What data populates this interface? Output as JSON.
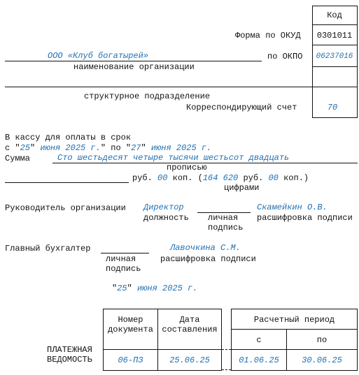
{
  "code_box": {
    "header": "Код",
    "okud": "0301011",
    "okpo": "06237016",
    "corr_account": "70"
  },
  "labels": {
    "okud": "Форма по ОКУД",
    "okpo": "по ОКПО",
    "org_name_caption": "наименование организации",
    "subdivision_caption": "структурное подразделение",
    "corr_account": "Корреспондирующий счет",
    "pay_term": "В кассу для оплаты в срок",
    "from": "с \"",
    "to_mid": "\" по \"",
    "sum": "Сумма",
    "in_words": "прописью",
    "rub": "руб.",
    "kop": "коп. (",
    "rub2": "руб.",
    "kop2": "коп.)",
    "in_digits": "цифрами",
    "head": "Руководитель организации",
    "position": "должность",
    "signature": "личная\nподпись",
    "decoding": "расшифровка подписи",
    "chief_accountant": "Главный бухгалтер",
    "signature2": "личная\nподпись",
    "decoding2": "расшифровка подписи",
    "quote_open": "\"",
    "quote_close": "\""
  },
  "organization": "ООО «Клуб богатырей»",
  "period": {
    "from_day": "25",
    "from_rest": "июня 2025 г.",
    "to_day": "27",
    "to_rest": "июня 2025 г."
  },
  "sum_words": "Сто шестьдесят четыре тысячи шестьсот двадцать",
  "rub_kop_line": {
    "kop": "00",
    "rub_digits": "164 620",
    "kop_digits": "00"
  },
  "head": {
    "position": "Директор",
    "name": "Скамейкин О.В."
  },
  "chief_accountant": {
    "name": "Лавочкина С.М."
  },
  "sign_date": {
    "day": "25",
    "rest": "июня 2025 г."
  },
  "doc_table": {
    "doc_number_header": "Номер документа",
    "doc_date_header": "Дата составления",
    "period_header": "Расчетный период",
    "from_header": "с",
    "to_header": "по",
    "doc_title": "ПЛАТЕЖНАЯ\nВЕДОМОСТЬ",
    "doc_number": "06-ПЗ",
    "doc_date": "25.06.25",
    "period_from": "01.06.25",
    "period_to": "30.06.25"
  }
}
